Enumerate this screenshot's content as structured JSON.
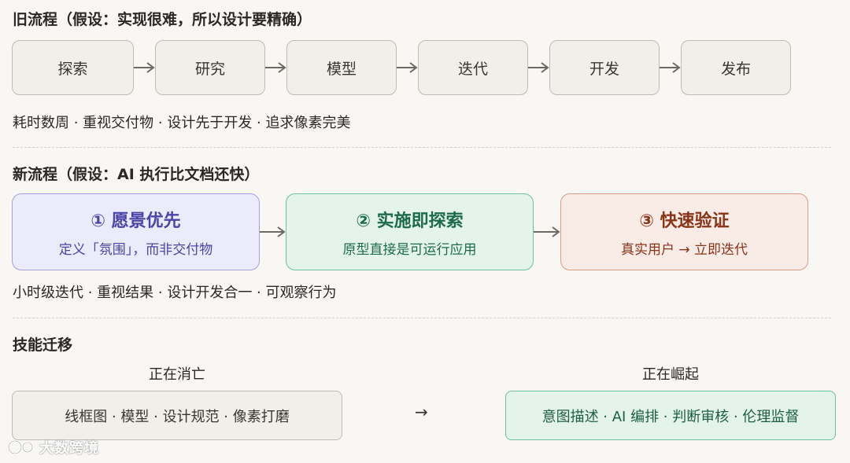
{
  "old_flow": {
    "heading": "旧流程（假设：实现很难，所以设计要精确）",
    "steps": [
      "探索",
      "研究",
      "模型",
      "迭代",
      "开发",
      "发布"
    ],
    "note": "耗时数周 · 重视交付物 · 设计先于开发 · 追求像素完美"
  },
  "new_flow": {
    "heading": "新流程（假设：AI 执行比文档还快）",
    "stages": [
      {
        "title": "① 愿景优先",
        "subtitle": "定义「氛围」，而非交付物",
        "color": "#4b44a8"
      },
      {
        "title": "② 实施即探索",
        "subtitle": "原型直接是可运行应用",
        "color": "#1d6b4f"
      },
      {
        "title": "③ 快速验证",
        "subtitle": "真实用户 → 立即迭代",
        "color": "#8a3418"
      }
    ],
    "note": "小时级迭代 · 重视结果 · 设计开发合一 · 可观察行为"
  },
  "skills": {
    "heading": "技能迁移",
    "fading_label": "正在消亡",
    "rising_label": "正在崛起",
    "fading_items": "线框图 · 模型 · 设计规范 · 像素打磨",
    "arrow": "→",
    "rising_items": "意图描述 · AI 编排 · 判断审核 · 伦理监督"
  },
  "watermark": "大数跨境"
}
